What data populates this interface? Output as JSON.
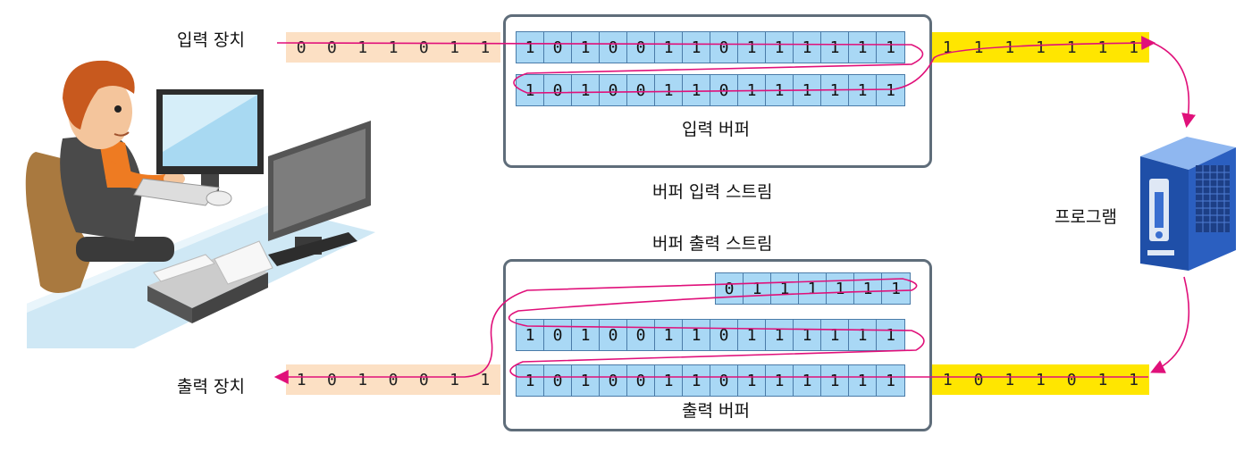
{
  "labels": {
    "input_device": "입력 장치",
    "output_device": "출력 장치",
    "input_buffer": "입력 버퍼",
    "output_buffer": "출력 버퍼",
    "buffered_input_stream": "버퍼 입력 스트림",
    "buffered_output_stream": "버퍼 출력 스트림",
    "program": "프로그램"
  },
  "input_stream_in": [
    "0",
    "0",
    "1",
    "1",
    "0",
    "1",
    "1"
  ],
  "input_stream_out": [
    "1",
    "1",
    "1",
    "1",
    "1",
    "1",
    "1"
  ],
  "input_buffer_rows": [
    [
      "1",
      "0",
      "1",
      "0",
      "0",
      "1",
      "1",
      "0",
      "1",
      "1",
      "1",
      "1",
      "1",
      "1"
    ],
    [
      "1",
      "0",
      "1",
      "0",
      "0",
      "1",
      "1",
      "0",
      "1",
      "1",
      "1",
      "1",
      "1",
      "1"
    ]
  ],
  "output_buffer_rows": [
    [
      "0",
      "1",
      "1",
      "1",
      "1",
      "1",
      "1"
    ],
    [
      "1",
      "0",
      "1",
      "0",
      "0",
      "1",
      "1",
      "0",
      "1",
      "1",
      "1",
      "1",
      "1",
      "1"
    ],
    [
      "1",
      "0",
      "1",
      "0",
      "0",
      "1",
      "1",
      "0",
      "1",
      "1",
      "1",
      "1",
      "1",
      "1"
    ]
  ],
  "output_stream_in": [
    "1",
    "0",
    "1",
    "1",
    "0",
    "1",
    "1"
  ],
  "output_stream_out": [
    "1",
    "0",
    "1",
    "0",
    "0",
    "1",
    "1"
  ],
  "colors": {
    "stream_input_side": "#fce0c4",
    "stream_program_side": "#ffe600",
    "buffer_cell": "#a9d8f5",
    "flow_line": "#e0107a",
    "frame": "#5f6d7a"
  },
  "icons": {
    "person": "person-at-computer-icon",
    "program": "computer-tower-icon"
  }
}
